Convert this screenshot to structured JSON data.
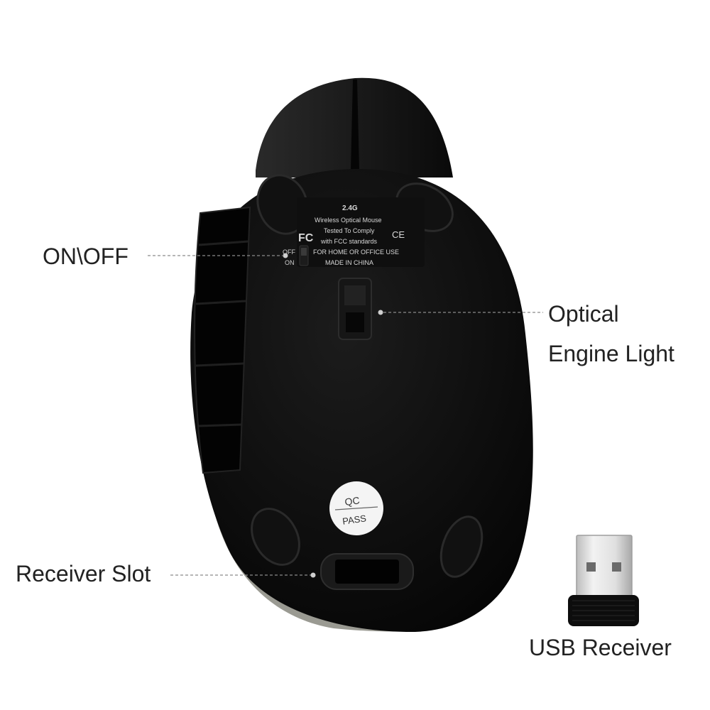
{
  "callouts": {
    "on_off": "ON\\OFF",
    "optical_line1": "Optical",
    "optical_line2": "Engine Light",
    "receiver_slot": "Receiver Slot",
    "usb_receiver": "USB Receiver"
  },
  "mouse_label": {
    "band": "2.4G",
    "product": "Wireless Optical Mouse",
    "fcc_mark": "FC",
    "ce_mark": "CE",
    "comply_1": "Tested To Comply",
    "comply_2": "with FCC standards",
    "use": "FOR HOME OR OFFICE USE",
    "origin": "MADE IN CHINA"
  },
  "switch_labels": {
    "off": "OFF",
    "on": "ON"
  },
  "qc_sticker": {
    "line1": "QC",
    "line2": "PASS"
  },
  "colors": {
    "background": "#ffffff",
    "mouse_body": "#0b0b0b",
    "text": "#222222",
    "label_text": "#d8d8d8"
  }
}
